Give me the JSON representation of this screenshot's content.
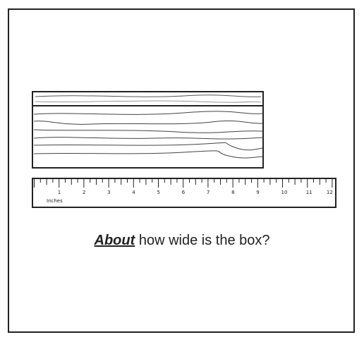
{
  "question": {
    "emphasis": "About",
    "rest": " how wide is the box?"
  },
  "ruler": {
    "unit_label": "Inches",
    "numbers": [
      "1",
      "2",
      "3",
      "4",
      "5",
      "6",
      "7",
      "8",
      "9",
      "10",
      "11",
      "12"
    ],
    "max_inches": 12
  },
  "box": {
    "width_inches": 9.3
  }
}
